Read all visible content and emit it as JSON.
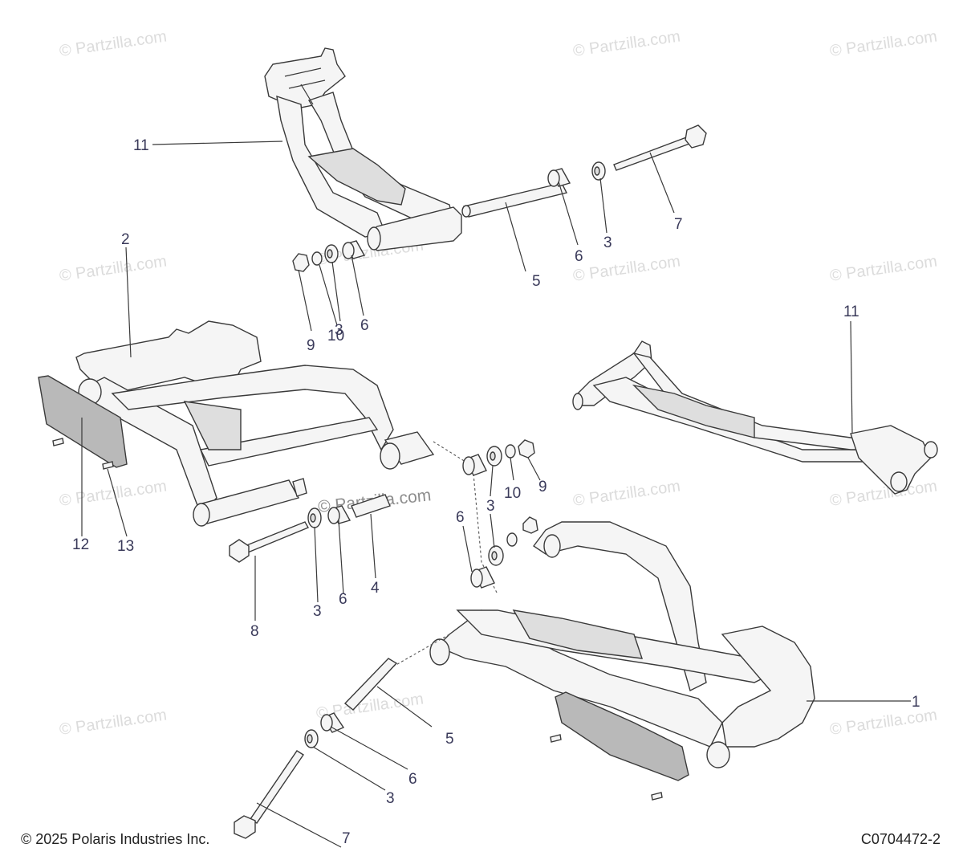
{
  "watermark": "© Partzilla.com",
  "footer": {
    "copyright": "© 2025 Polaris Industries Inc.",
    "drawing_number": "C0704472-2"
  },
  "callouts": {
    "upper_arm_top": "11",
    "upper_arm_right": "11",
    "lower_arm_left": "2",
    "lower_arm_right": "1",
    "sleeve_top": "5",
    "sleeve_bottom": "5",
    "sleeve_mid": "4",
    "bushing_top_right": "6",
    "bushing_top_left": "6",
    "bushing_mid_left": "6",
    "bushing_mid_right": "6",
    "bushing_bottom": "6",
    "washer_top_right": "3",
    "washer_top_left": "3",
    "washer_mid_left": "3",
    "washer_mid_right": "3",
    "washer_bottom": "3",
    "bolt_top": "7",
    "bolt_bottom": "7",
    "bolt_mid": "8",
    "cap_top_left": "9",
    "cap_mid_right": "9",
    "spacer_top_left": "10",
    "spacer_mid_right": "10",
    "skid_plate": "12",
    "screw": "13"
  },
  "colors": {
    "line": "#3a3a3a",
    "fill": "#f4f4f4",
    "plate": "#b8b8b8",
    "label": "#3a3a5a"
  }
}
